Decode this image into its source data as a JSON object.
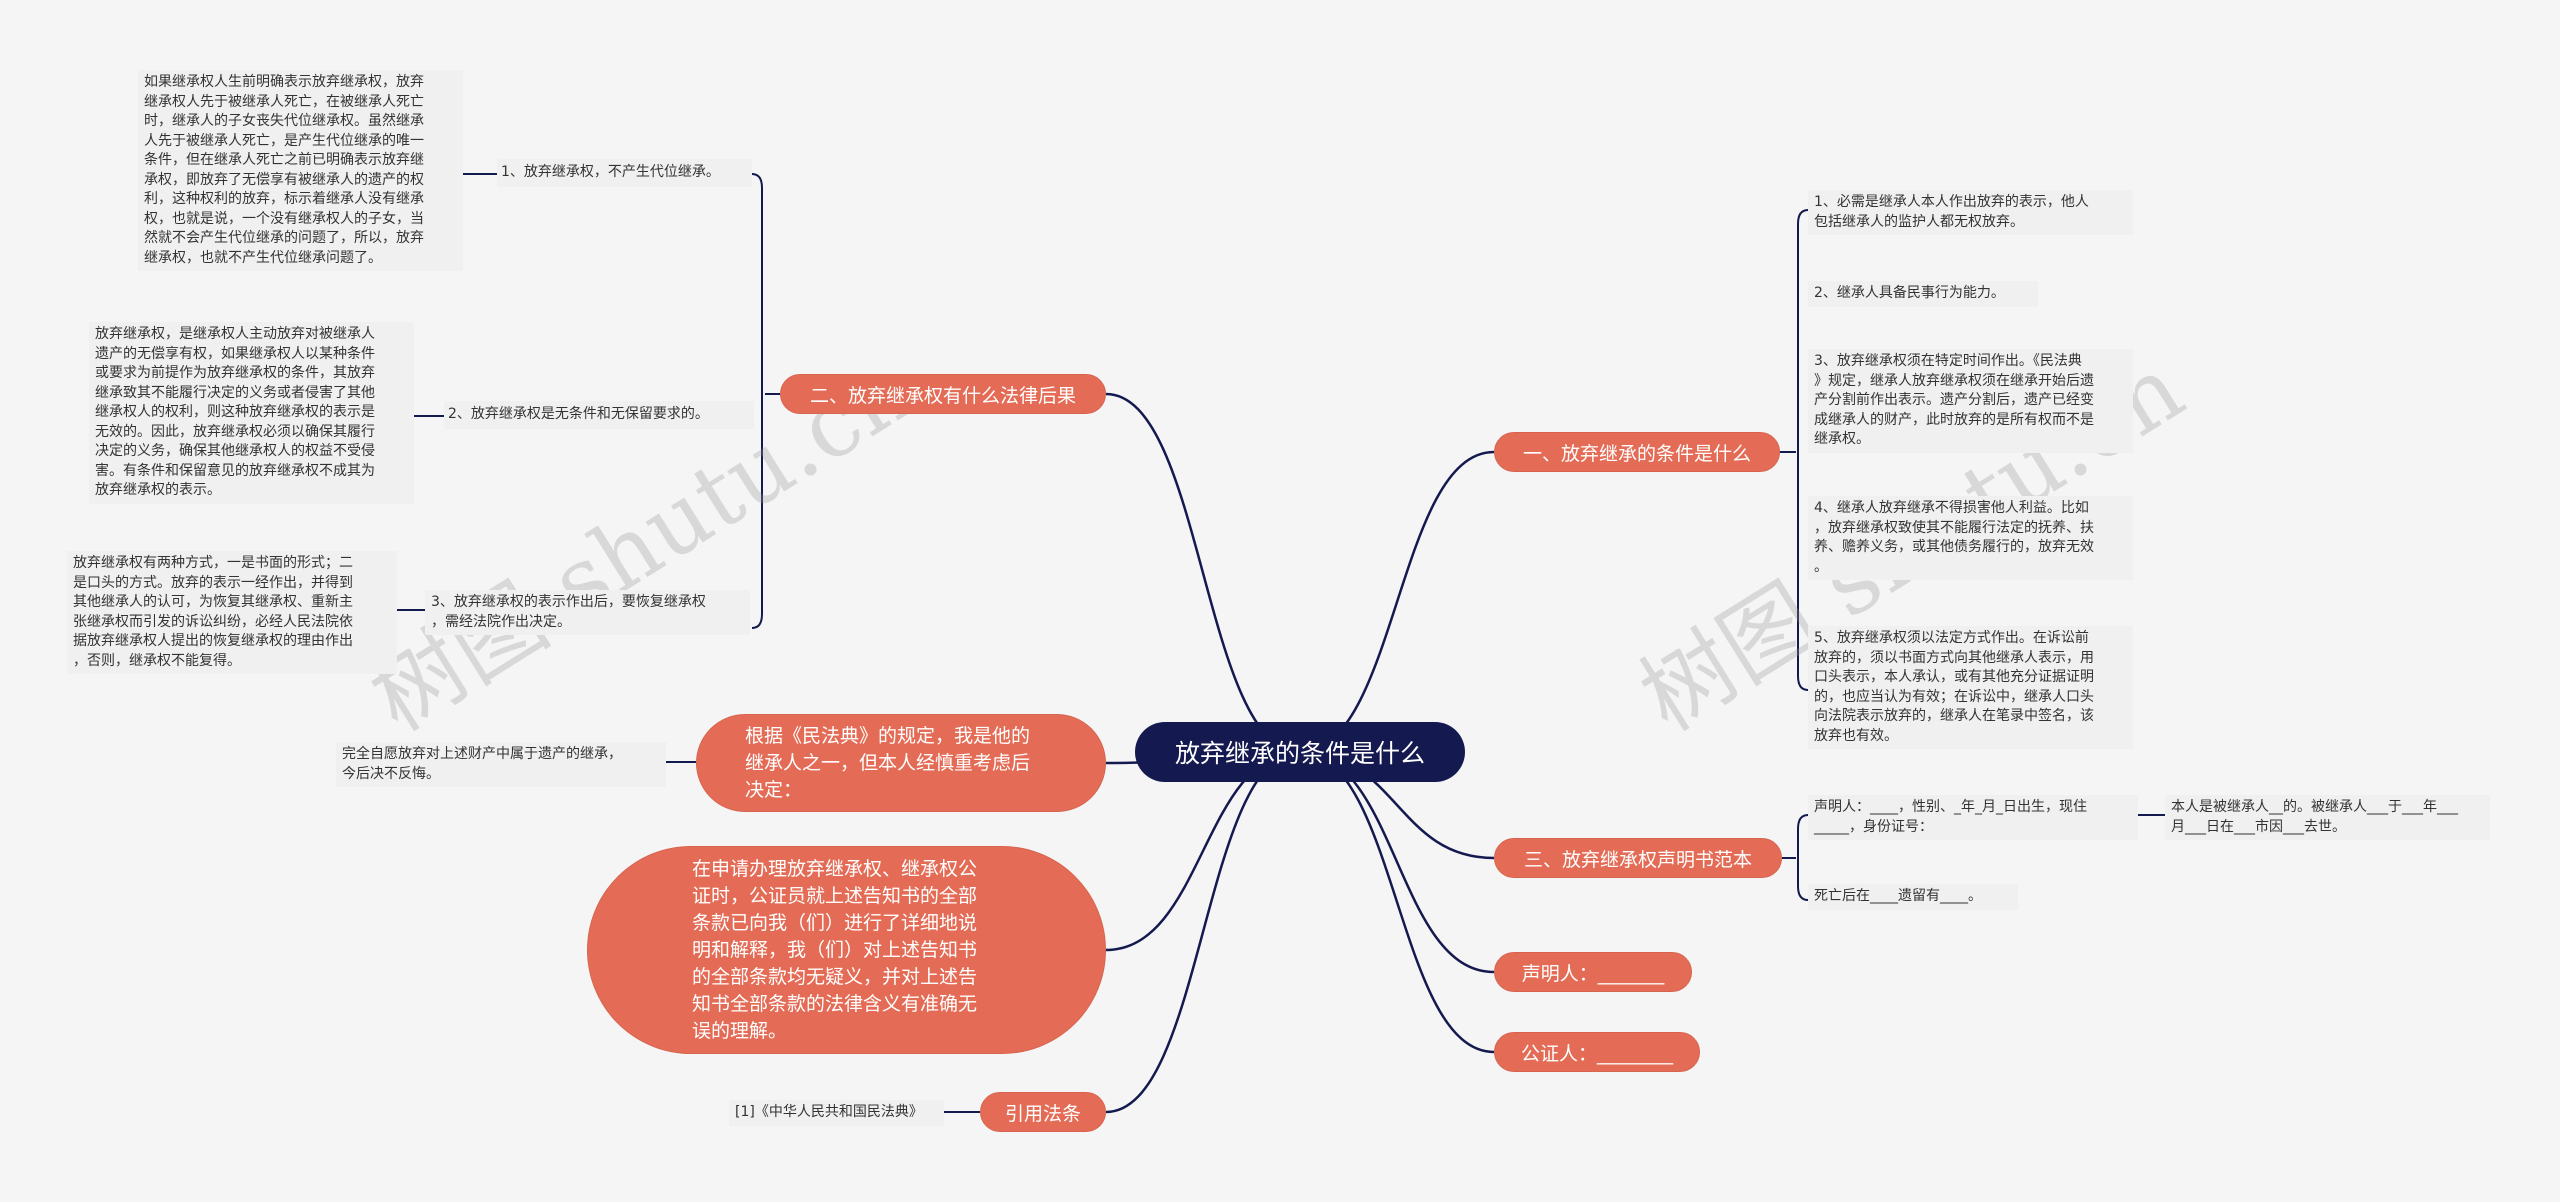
{
  "root": {
    "label": "放弃继承的条件是什么"
  },
  "branches": {
    "legal_consequences": {
      "label": "二、放弃继承权有什么法律后果",
      "items": [
        {
          "label": "1、放弃继承权，不产生代位继承。",
          "detail": "如果继承权人生前明确表示放弃继承权，放弃\n继承权人先于被继承人死亡，在被继承人死亡\n时，继承人的子女丧失代位继承权。虽然继承\n人先于被继承人死亡，是产生代位继承的唯一\n条件，但在继承人死亡之前已明确表示放弃继\n承权，即放弃了无偿享有被继承人的遗产的权\n利，这种权利的放弃，标示着继承人没有继承\n权，也就是说，一个没有继承权人的子女，当\n然就不会产生代位继承的问题了，所以，放弃\n继承权，也就不产生代位继承问题了。"
        },
        {
          "label": "2、放弃继承权是无条件和无保留要求的。",
          "detail": "放弃继承权，是继承权人主动放弃对被继承人\n遗产的无偿享有权，如果继承权人以某种条件\n或要求为前提作为放弃继承权的条件，其放弃\n继承致其不能履行决定的义务或者侵害了其他\n继承权人的权利，则这种放弃继承权的表示是\n无效的。因此，放弃继承权必须以确保其履行\n决定的义务，确保其他继承权人的权益不受侵\n害。有条件和保留意见的放弃继承权不成其为\n放弃继承权的表示。"
        },
        {
          "label": "3、放弃继承权的表示作出后，要恢复继承权\n，需经法院作出决定。",
          "detail": "放弃继承权有两种方式，一是书面的形式；二\n是口头的方式。放弃的表示一经作出，并得到\n其他继承人的认可，为恢复其继承权、重新主\n张继承权而引发的诉讼纠纷，必经人民法院依\n据放弃继承权人提出的恢复继承权的理由作出\n，否则，继承权不能复得。"
        }
      ]
    },
    "inheritance_decision": {
      "label": "根据《民法典》的规定，我是他的\n继承人之一，但本人经慎重考虑后\n决定：",
      "detail": "完全自愿放弃对上述财产中属于遗产的继承，\n今后决不反悔。"
    },
    "notary_statement": {
      "label": "在申请办理放弃继承权、继承权公\n证时，公证员就上述告知书的全部\n条款已向我（们）进行了详细地说\n明和解释，我（们）对上述告知书\n的全部条款均无疑义，并对上述告\n知书全部条款的法律含义有准确无\n误的理解。"
    },
    "citation": {
      "label": "引用法条",
      "detail": "[1]《中华人民共和国民法典》"
    },
    "conditions": {
      "label": "一、放弃继承的条件是什么",
      "items": [
        "1、必需是继承人本人作出放弃的表示，他人\n包括继承人的监护人都无权放弃。",
        "2、继承人具备民事行为能力。",
        "3、放弃继承权须在特定时间作出。《民法典\n》规定，继承人放弃继承权须在继承开始后遗\n产分割前作出表示。遗产分割后，遗产已经变\n成继承人的财产，此时放弃的是所有权而不是\n继承权。",
        "4、继承人放弃继承不得损害他人利益。比如\n，放弃继承权致使其不能履行法定的抚养、扶\n养、赡养义务，或其他债务履行的，放弃无效\n。",
        "5、放弃继承权须以法定方式作出。在诉讼前\n放弃的，须以书面方式向其他继承人表示，用\n口头表示，本人承认，或有其他充分证据证明\n的，也应当认为有效；在诉讼中，继承人口头\n向法院表示放弃的，继承人在笔录中签名，该\n放弃也有效。"
      ]
    },
    "template": {
      "label": "三、放弃继承权声明书范本",
      "items": [
        {
          "label": "声明人：____，性别、_年_月_日出生，现住\n_____，身份证号：",
          "detail": "本人是被继承人__的。被继承人___于___年___\n月___日在___市因___去世。"
        },
        {
          "label": "死亡后在____遗留有____。"
        }
      ]
    },
    "declarant": {
      "label": "声明人：_______"
    },
    "notary": {
      "label": "公证人：________"
    }
  },
  "watermarks": [
    "树图 shutu.cn",
    "树图 shutu.cn"
  ],
  "colors": {
    "background": "#f5f5f5",
    "root": "#141a4f",
    "branch": "#e46c56",
    "edge": "#141a4f",
    "leaf_bg": "#f0f0f0"
  }
}
